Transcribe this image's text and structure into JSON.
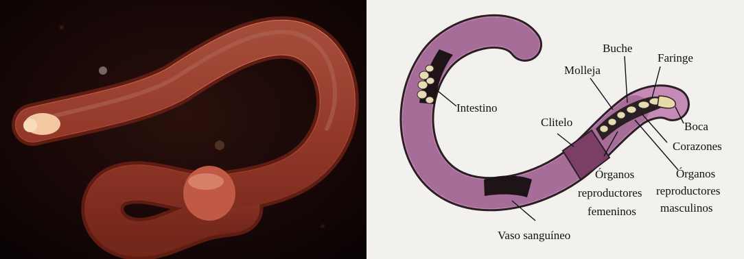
{
  "diagram": {
    "labels": {
      "intestino": "Intestino",
      "clitelo": "Clitelo",
      "molleja": "Molleja",
      "buche": "Buche",
      "faringe": "Faringe",
      "boca": "Boca",
      "corazones": "Corazones",
      "organos_fem": [
        "Órganos",
        "reproductores",
        "femeninos"
      ],
      "organos_masc": [
        "Órganos",
        "reproductores",
        "masculinos"
      ],
      "vaso": "Vaso sanguíneo"
    }
  },
  "colors": {
    "photo_bg": "#120706",
    "worm_photo": "#b24c3a",
    "worm_body": "#c58ab5",
    "worm_dark": "#1e1418",
    "paper": "#f2f1ee"
  }
}
